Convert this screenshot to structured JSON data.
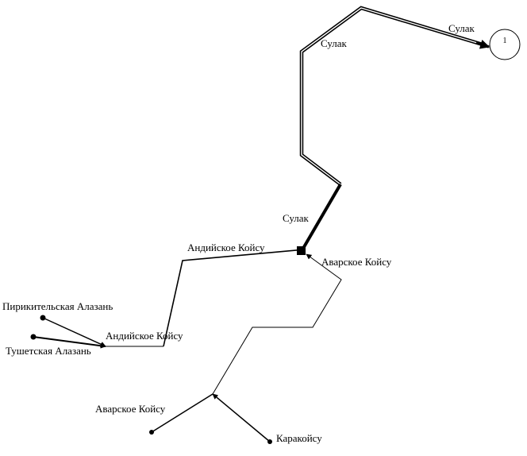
{
  "diagram": {
    "outlet": {
      "label": "1"
    },
    "rivers": {
      "sulak_top": "Сулак",
      "sulak_upper": "Сулак",
      "sulak_lower": "Сулак",
      "andiyskoe_upper": "Андийское Койсу",
      "avarskoe_upper": "Аварское Койсу",
      "pirikitelskaya": "Пирикительская Алазань",
      "andiyskoe_lower": "Андийское Койсу",
      "tushetskaya": "Тушетская Алазань",
      "avarskoe_lower": "Аварское Койсу",
      "karakoysu": "Каракойсу"
    }
  }
}
